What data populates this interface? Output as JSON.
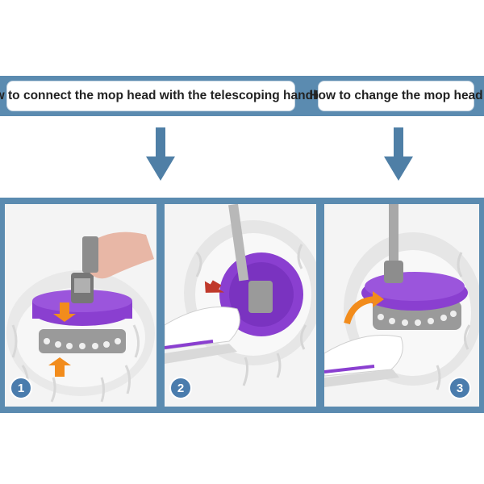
{
  "header": {
    "left_label": "How to connect the mop head with the telescoping handle",
    "right_label": "How to change the mop head"
  },
  "steps": [
    {
      "number": "1"
    },
    {
      "number": "2"
    },
    {
      "number": "3"
    }
  ],
  "colors": {
    "band": "#5b8bb0",
    "arrow": "#4f7fa6",
    "mop_purple": "#8a3fd0",
    "accent_orange": "#f28c1c"
  }
}
